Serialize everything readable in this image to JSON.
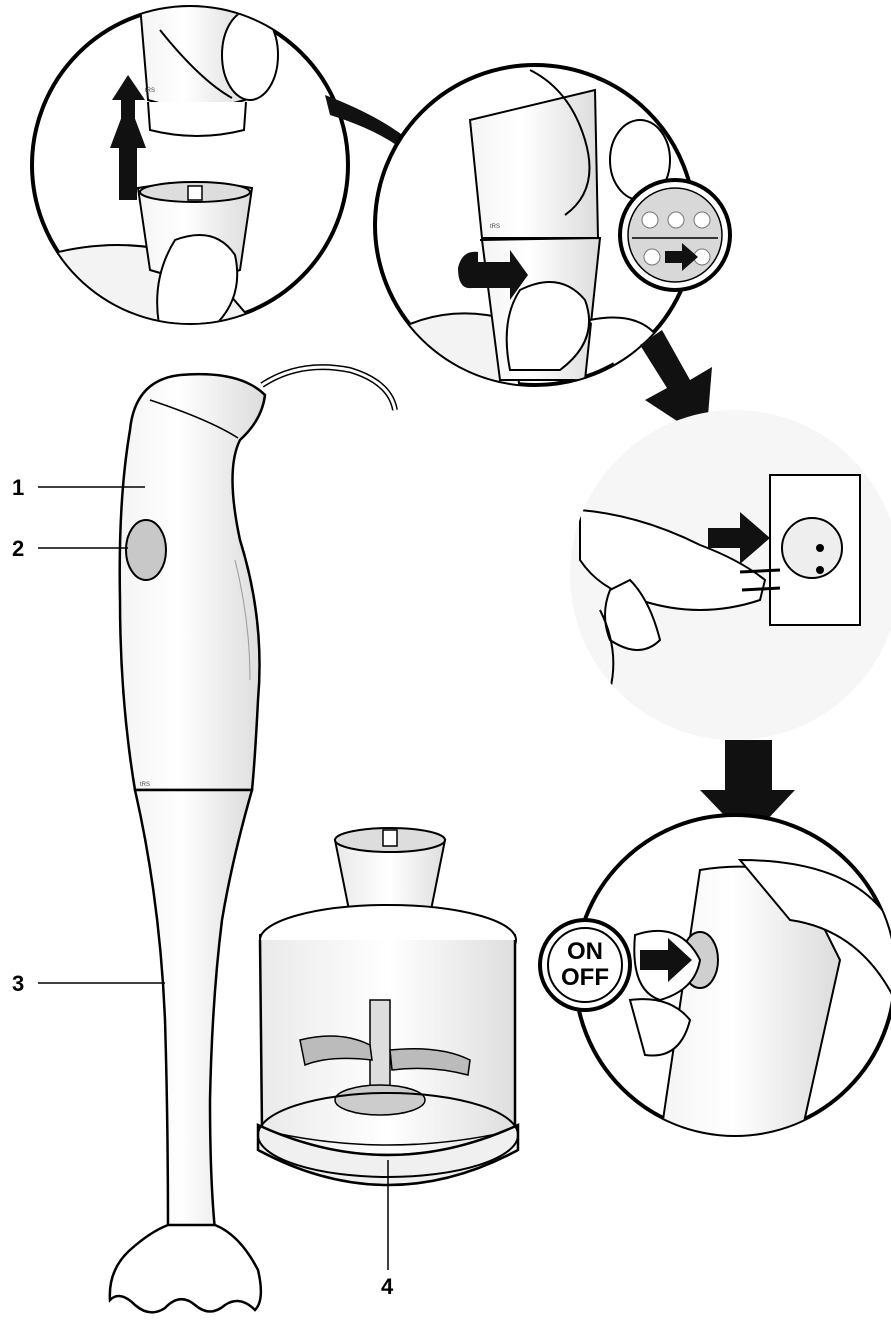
{
  "callouts": {
    "handle": "1",
    "switch": "2",
    "shaft": "3",
    "chopper": "4"
  },
  "onoff": {
    "on": "ON",
    "off": "OFF"
  },
  "colors": {
    "line": "#000000",
    "fill": "#ffffff",
    "shade": "#e6e6e6",
    "dark": "#111111"
  }
}
